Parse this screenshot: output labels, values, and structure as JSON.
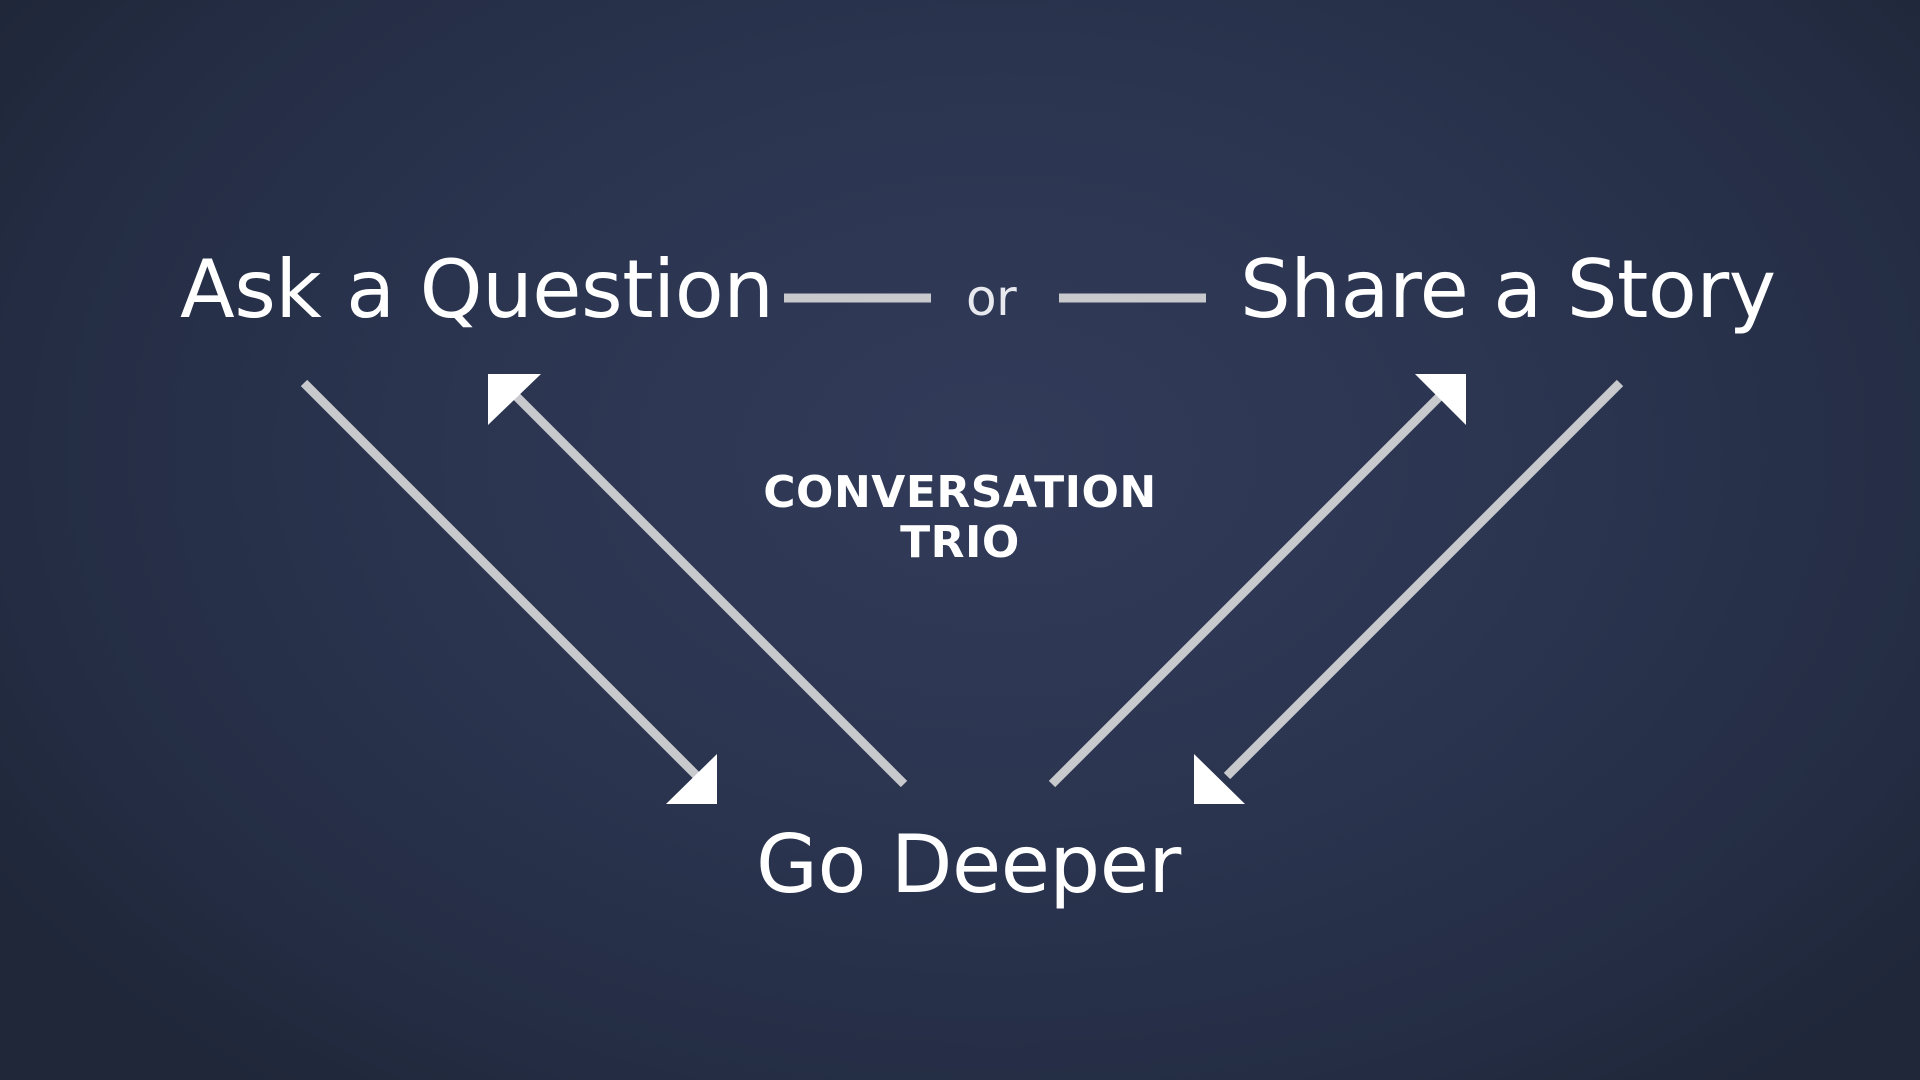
{
  "diagram": {
    "nodes": {
      "ask": "Ask a Question",
      "share": "Share a Story",
      "deeper": "Go Deeper"
    },
    "connector_text": "or",
    "center_title": {
      "line1": "CONVERSATION",
      "line2": "TRIO"
    }
  },
  "colors": {
    "background": "#2b3550",
    "text": "#ffffff",
    "arrow_line": "#c8c9cd",
    "arrow_head": "#ffffff"
  }
}
